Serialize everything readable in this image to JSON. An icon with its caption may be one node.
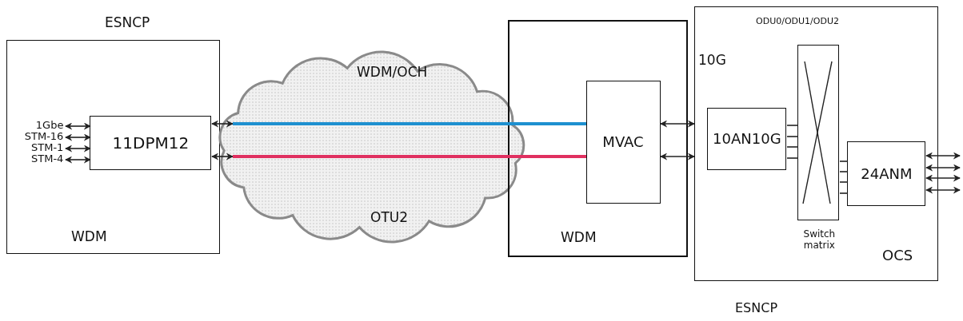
{
  "diagram": {
    "nodes": [
      {
        "text": [
          "ESNCP",
          "WDM"
        ]
      },
      {
        "text": [
          "1Gbe"
        ],
        "in": 0
      },
      {
        "text": [
          "STM-16"
        ],
        "in": 0
      },
      {
        "text": [
          "STM-1"
        ],
        "in": 0
      },
      {
        "text": [
          "STM-4"
        ],
        "in": 0
      },
      {
        "text": [
          "11DPM12"
        ],
        "in": 0
      },
      {
        "text": [
          "WDM/OCH",
          "OTU2"
        ]
      },
      {
        "text": [
          "WDM"
        ]
      },
      {
        "text": [
          "MVAC"
        ],
        "in": 7
      },
      {
        "text": [
          "ODU0/ODU1/ODU2",
          "OCS",
          "ESNCP"
        ]
      },
      {
        "text": [
          "10AN10G"
        ],
        "in": 9
      },
      {
        "text": [],
        "shape": "box",
        "beside": [
          "Switch matrix"
        ],
        "in": 9
      },
      {
        "text": [
          "24ANM"
        ],
        "in": 9
      }
    ],
    "edges": [
      {
        "from": 1,
        "to": 5,
        "arrow": "both"
      },
      {
        "from": 2,
        "to": 5,
        "arrow": "both"
      },
      {
        "from": 3,
        "to": 5,
        "arrow": "both"
      },
      {
        "from": 4,
        "to": 5,
        "arrow": "both"
      },
      {
        "from": 5,
        "to": 6,
        "arrow": "both"
      },
      {
        "from": 5,
        "to": 6,
        "arrow": "both"
      },
      {
        "from": 6,
        "to": 8,
        "arrow": "none",
        "style": "thick",
        "color": "#1e90d0"
      },
      {
        "from": 6,
        "to": 8,
        "arrow": "none",
        "style": "thick",
        "color": "#e03060"
      },
      {
        "from": 8,
        "to": 9,
        "arrow": "both"
      },
      {
        "from": 8,
        "to": 9,
        "arrow": "both"
      },
      {
        "from": 10,
        "to": 11,
        "arrow": "none"
      },
      {
        "from": 10,
        "to": 11,
        "arrow": "none"
      },
      {
        "from": 10,
        "to": 11,
        "arrow": "none"
      },
      {
        "from": 10,
        "to": 11,
        "arrow": "none"
      },
      {
        "from": 11,
        "to": 12,
        "arrow": "none"
      },
      {
        "from": 11,
        "to": 12,
        "arrow": "none"
      },
      {
        "from": 11,
        "to": 12,
        "arrow": "none"
      },
      {
        "from": 11,
        "to": 12,
        "arrow": "none"
      },
      {
        "from": 12,
        "to": null,
        "arrow": "both"
      },
      {
        "from": 12,
        "to": null,
        "arrow": "both"
      },
      {
        "from": 12,
        "to": null,
        "arrow": "both"
      },
      {
        "from": 12,
        "to": null,
        "arrow": "both"
      }
    ],
    "labels": [
      "10G"
    ]
  }
}
